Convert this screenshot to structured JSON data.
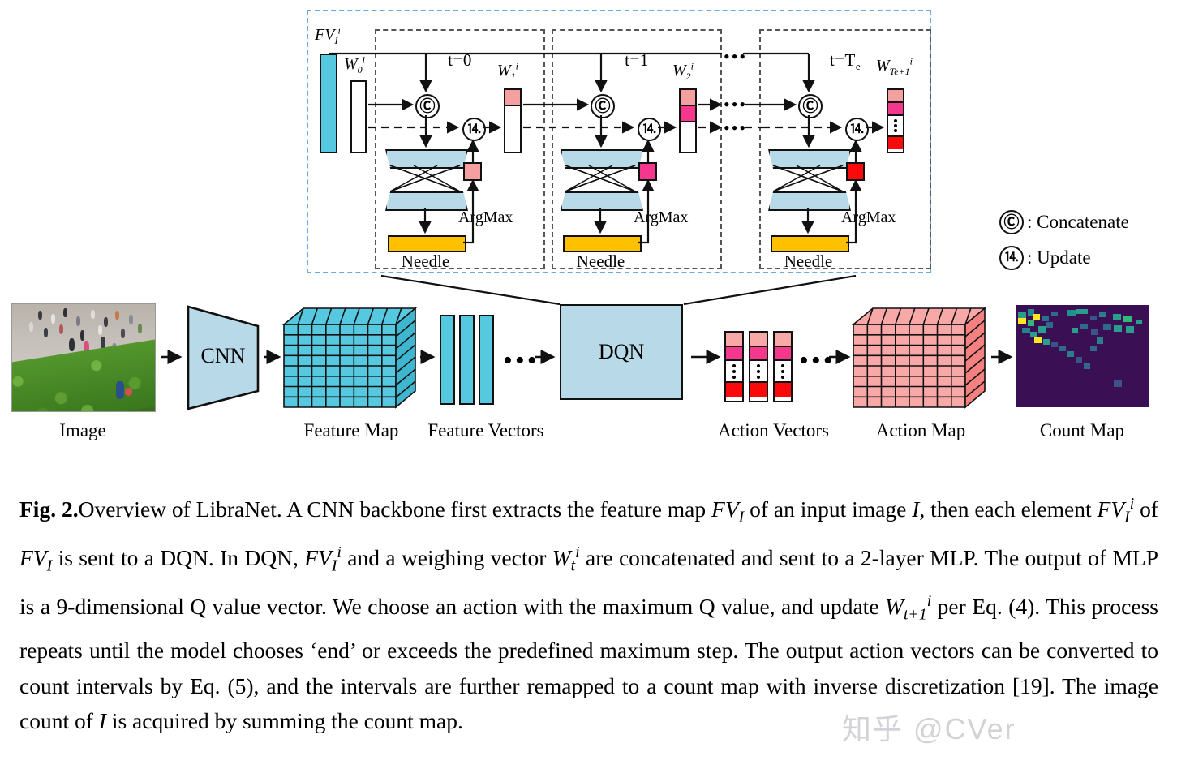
{
  "figure": {
    "id": "Fig. 2.",
    "caption_parts": [
      "Overview of LibraNet. A CNN backbone first extracts the feature map ",
      " of an input image ",
      ", then each element ",
      " of ",
      " is sent to a DQN. In DQN, ",
      " and a weighing vector ",
      " are concatenated and sent to a 2-layer MLP. The output of MLP is a 9-dimensional Q value vector. We choose an action with the maximum Q value, and update ",
      " per Eq. (4). This process repeats until the model chooses ‘end’ or exceeds the predefined maximum step. The output action vectors can be converted to count intervals by Eq. (5), and the intervals are further remapped to a count map with inverse discretization [19]. The image count of ",
      " is acquired by summing the count map."
    ],
    "math": {
      "FV_I": "FV_I",
      "FV_I_i": "FV_I^i",
      "I": "I",
      "W_t_i": "W_t^i",
      "W_t1_i": "W_{t+1}^i"
    }
  },
  "detail": {
    "input_vector_label": {
      "base": "FV",
      "sub": "I",
      "sup": "i"
    },
    "w0_label": {
      "base": "W",
      "sub": "0",
      "sup": "i"
    },
    "stages": [
      {
        "name": "stage-t0",
        "title": "t=0",
        "argmax_label": "ArgMax",
        "needle_label": "Needle",
        "q_color": "#f4a0a0",
        "output_label": {
          "base": "W",
          "sub": "1",
          "sup": "i"
        },
        "output_cells": [
          "#f4a0a0",
          "#ffffff",
          "#ffffff",
          "#ffffff"
        ]
      },
      {
        "name": "stage-t1",
        "title": "t=1",
        "argmax_label": "ArgMax",
        "needle_label": "Needle",
        "q_color": "#f5378e",
        "output_label": {
          "base": "W",
          "sub": "2",
          "sup": "i"
        },
        "output_cells": [
          "#f4a0a0",
          "#f5378e",
          "#ffffff",
          "#ffffff"
        ]
      },
      {
        "name": "stage-te",
        "title_prefix": "t=T",
        "title_sub": "e",
        "argmax_label": "ArgMax",
        "needle_label": "Needle",
        "q_color": "#fa0a0a",
        "output_label": {
          "base": "W",
          "sub": "Te+1",
          "sup": "i"
        },
        "output_cells": [
          "#f4a0a0",
          "#f5378e",
          "#ffffff",
          "#fa0a0a"
        ]
      }
    ],
    "ellipsis": "•••"
  },
  "legend": {
    "items": [
      {
        "symbol": "C",
        "icon": "concatenate-circle-icon",
        "text": ": Concatenate"
      },
      {
        "symbol": "U",
        "icon": "update-circle-icon",
        "text": ": Update"
      }
    ]
  },
  "pipeline": {
    "nodes": [
      {
        "name": "image",
        "label": "Image"
      },
      {
        "name": "cnn",
        "label": "CNN"
      },
      {
        "name": "feature-map",
        "label": "Feature Map"
      },
      {
        "name": "feature-vectors",
        "label": "Feature Vectors"
      },
      {
        "name": "dqn",
        "label": "DQN"
      },
      {
        "name": "action-vectors",
        "label": "Action Vectors"
      },
      {
        "name": "action-map",
        "label": "Action Map"
      },
      {
        "name": "count-map",
        "label": "Count Map"
      }
    ],
    "ellipsis": "•••",
    "action_vector_cells": [
      "#f9a8a8",
      "#f5378e",
      "#ffffff",
      "#ffffff",
      "#fa0a0a"
    ]
  },
  "watermark": {
    "text": "知乎 @CVer"
  },
  "colors": {
    "cyan": "#56c8e0",
    "light_blue": "#b8d9e8",
    "salmon": "#f9a8a8",
    "pink": "#f5378e",
    "red": "#fa0a0a",
    "yellow": "#ffc000",
    "dash_blue": "#6fa8dc",
    "dash_gray": "#555555"
  }
}
